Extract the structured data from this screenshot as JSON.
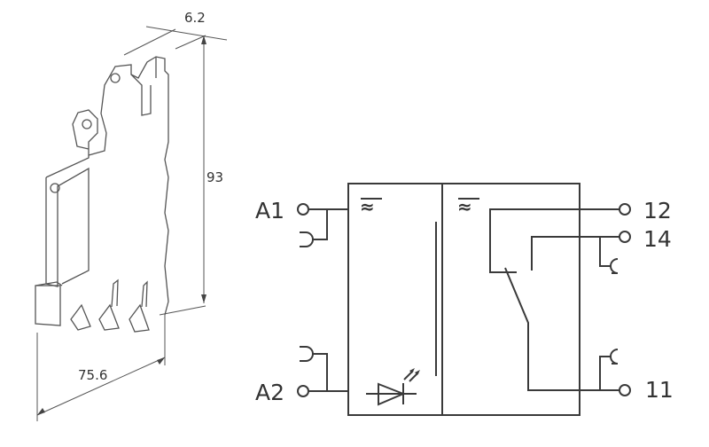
{
  "dimensions": {
    "width": "6.2",
    "height": "93",
    "depth": "75.6"
  },
  "terminals": {
    "a1": "A1",
    "a2": "A2",
    "t12": "12",
    "t14": "14",
    "t11": "11"
  },
  "symbols": {
    "coil_ac_dc": "≈",
    "contact_ac_dc": "≈"
  }
}
